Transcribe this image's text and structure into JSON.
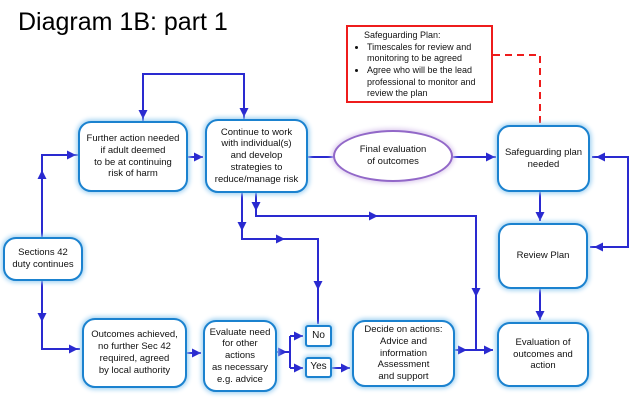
{
  "title": "Diagram 1B: part 1",
  "colors": {
    "line": "#2a2ad0",
    "node_border": "#1b82cf",
    "node_glow": "#9fd1f2",
    "ellipse_border": "#9268c8",
    "callout_red": "#ee1c1c",
    "text": "#111111"
  },
  "nodes": {
    "further_action": {
      "label": "Further action needed\nif adult deemed\nto be at continuing\nrisk of harm"
    },
    "continue_work": {
      "label": "Continue to work\nwith individual(s)\nand develop\nstrategies to\nreduce/manage risk"
    },
    "final_evaluation": {
      "label": "Final evaluation\nof outcomes"
    },
    "safeguarding_needed": {
      "label": "Safeguarding plan\nneeded"
    },
    "review_plan": {
      "label": "Review Plan"
    },
    "evaluation_outcomes": {
      "label": "Evaluation of\noutcomes and\naction"
    },
    "sections_42": {
      "label": "Sections 42\nduty continues"
    },
    "outcomes_achieved": {
      "label": "Outcomes achieved,\nno further Sec 42\nrequired, agreed\nby local authority"
    },
    "evaluate_need": {
      "label": "Evaluate need\nfor other\nactions\nas necessary\ne.g. advice"
    },
    "no": {
      "label": "No"
    },
    "yes": {
      "label": "Yes"
    },
    "decide_actions": {
      "label": "Decide on actions:\nAdvice and\ninformation\nAssessment\nand support"
    }
  },
  "callout": {
    "title": "Safeguarding Plan:",
    "bullets": [
      "Timescales for review and\nmonitoring to be agreed",
      "Agree who will be the lead\nprofessional to monitor and\nreview the plan"
    ]
  }
}
